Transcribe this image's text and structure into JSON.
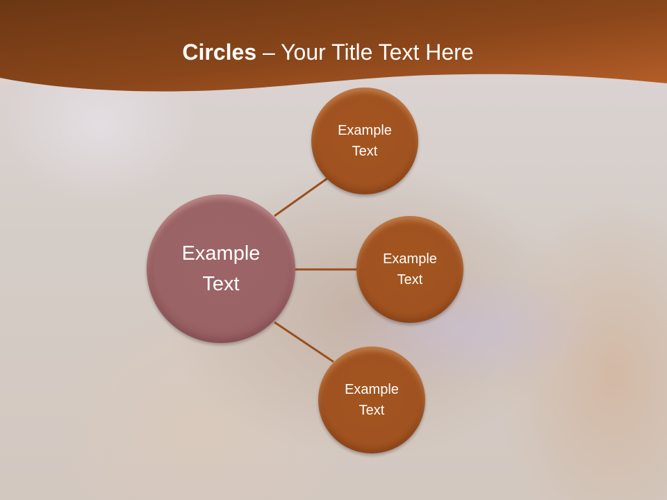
{
  "slide": {
    "title_bold": "Circles",
    "title_rest": " – Your Title Text Here",
    "colors": {
      "header_dark": "#6b3712",
      "header_light": "#b55e25",
      "center_circle": "#9a6365",
      "satellite_circle": "#a05320",
      "connector": "#9a4f1d",
      "text": "#ffffff"
    }
  },
  "diagram": {
    "center": {
      "line1": "Example",
      "line2": "Text"
    },
    "satellites": [
      {
        "line1": "Example",
        "line2": "Text"
      },
      {
        "line1": "Example",
        "line2": "Text"
      },
      {
        "line1": "Example",
        "line2": "Text"
      }
    ]
  }
}
